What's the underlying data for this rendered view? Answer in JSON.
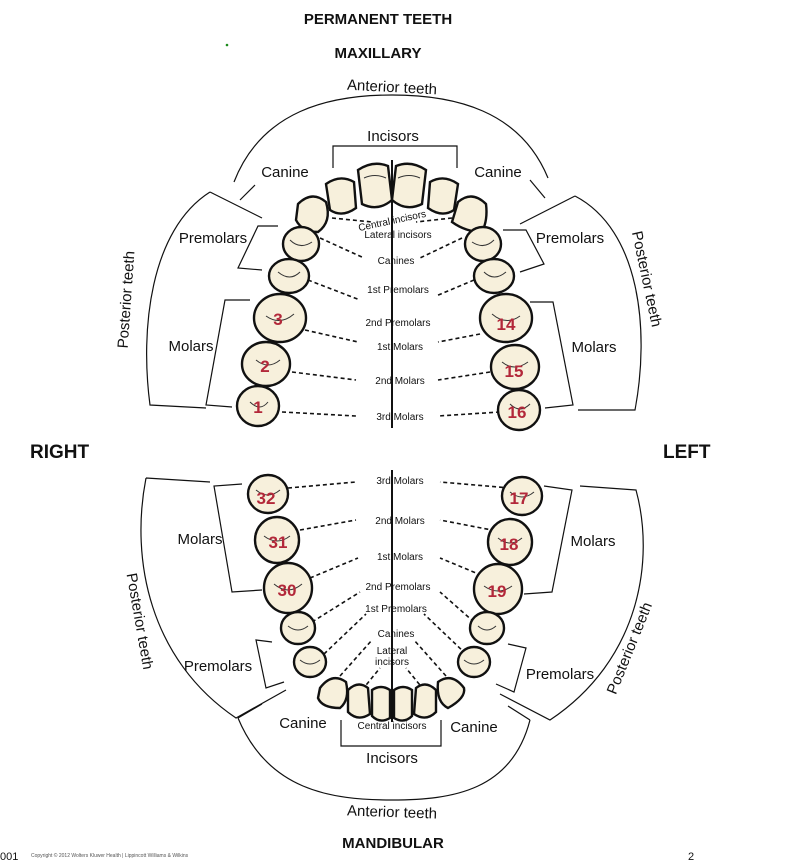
{
  "title": "PERMANENT TEETH",
  "upper_arch": "MAXILLARY",
  "lower_arch": "MANDIBULAR",
  "side_right": "RIGHT",
  "side_left": "LEFT",
  "labels": {
    "anterior_teeth": "Anterior teeth",
    "posterior_teeth": "Posterior teeth",
    "incisors": "Incisors",
    "canine": "Canine",
    "premolars": "Premolars",
    "molars": "Molars"
  },
  "center_labels": {
    "central_incisors": "Central incisors",
    "lateral_incisors": "Lateral incisors",
    "lateral": "Lateral",
    "incisors": "incisors",
    "canines": "Canines",
    "first_premolars": "1st Premolars",
    "second_premolars": "2nd Premolars",
    "first_molars": "1st Molars",
    "second_molars": "2nd Molars",
    "third_molars": "3rd Molars"
  },
  "tooth_numbers": {
    "upper_right": [
      "1",
      "2",
      "3"
    ],
    "upper_left": [
      "14",
      "15",
      "16"
    ],
    "lower_right": [
      "32",
      "31",
      "30"
    ],
    "lower_left": [
      "17",
      "18",
      "19"
    ]
  },
  "footer": {
    "copyright": "Copyright © 2012 Wolters Kluwer Health | Lippincott Williams & Wilkins",
    "left_fragment": "001",
    "page_fragment": "2"
  },
  "colors": {
    "tooth_fill": "#f7f0dc",
    "number_color": "#b3283a"
  }
}
